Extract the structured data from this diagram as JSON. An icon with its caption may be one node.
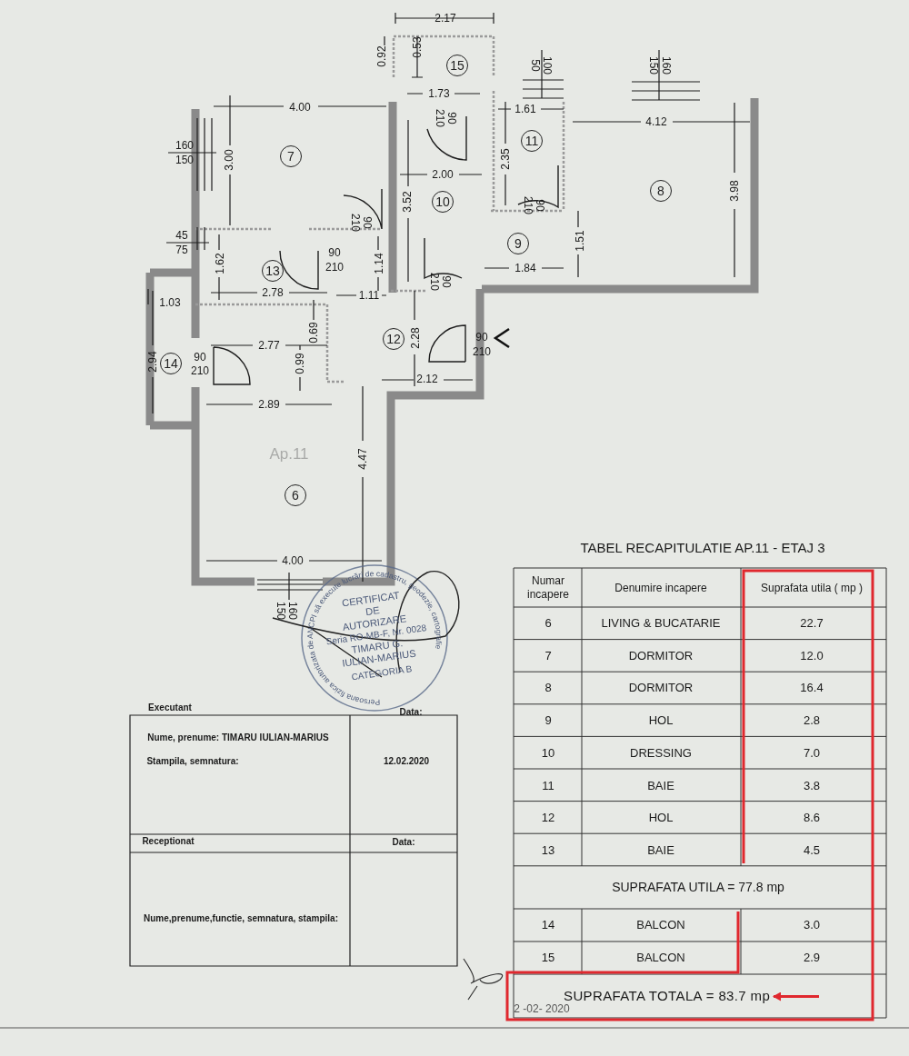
{
  "diagram": {
    "nodes": [
      {
        "text": [
          "15"
        ]
      },
      {
        "text": [
          "7"
        ]
      },
      {
        "text": [
          "10"
        ]
      },
      {
        "text": [
          "11"
        ]
      },
      {
        "text": [
          "8"
        ]
      },
      {
        "text": [
          "9"
        ]
      },
      {
        "text": [
          "13"
        ]
      },
      {
        "text": [
          "12"
        ]
      },
      {
        "text": [
          "14"
        ]
      },
      {
        "text": [
          "6"
        ]
      },
      {
        "text": [
          "SUPRAFATA TOTALA = 83.7 mp"
        ]
      }
    ],
    "edges": [
      {
        "from": null,
        "to": 10,
        "arrow": "to",
        "color": "#e0282e"
      }
    ],
    "labels": [
      "2.17",
      "0.92",
      "0.53",
      "50",
      "100",
      "150",
      "160",
      "1.73",
      "4.00",
      "1.61",
      "4.12",
      "160",
      "150",
      "3.00",
      "210",
      "90",
      "2.35",
      "2.00",
      "3.52",
      "3.98",
      "210",
      "90",
      "210",
      "90",
      "45",
      "75",
      "90",
      "210",
      "1.62",
      "1.14",
      "210",
      "90",
      "1.51",
      "1.84",
      "1.03",
      "2.78",
      "1.11",
      "0.69",
      "2.28",
      "90",
      "210",
      "2.77",
      "2.94",
      "90",
      "210",
      "0.99",
      "2.12",
      "2.89",
      "Ap.11",
      "4.47",
      "4.00",
      "150",
      "160",
      "Persoana fizica autorizata de ANCPI să execute lucrări de cadastru, geodezie, cartografie",
      "CERTIFICAT",
      "DE",
      "AUTORIZARE",
      "Seria RO-MB-F, Nr. 0028",
      "TIMARU G.",
      "IULIAN-MARIUS",
      "CATEGORIA B",
      "Executant",
      "Data:",
      "Nume, prenume: TIMARU IULIAN-MARIUS",
      "Stampila, semnatura:",
      "12.02.2020",
      "Receptionat",
      "Data:",
      "Nume,prenume,functie, semnatura, stampila:",
      "TABEL RECAPITULATIE AP.11 - ETAJ 3",
      "Numar incapere",
      "Denumire incapere",
      "Suprafata utila ( mp )",
      "6",
      "LIVING & BUCATARIE",
      "22.7",
      "7",
      "DORMITOR",
      "12.0",
      "8",
      "DORMITOR",
      "16.4",
      "9",
      "HOL",
      "2.8",
      "10",
      "DRESSING",
      "7.0",
      "11",
      "BAIE",
      "3.8",
      "12",
      "HOL",
      "8.6",
      "13",
      "BAIE",
      "4.5",
      "SUPRAFATA UTILA = 77.8 mp",
      "14",
      "BALCON",
      "3.0",
      "15",
      "BALCON",
      "2.9",
      "2 -02- 2020"
    ]
  }
}
